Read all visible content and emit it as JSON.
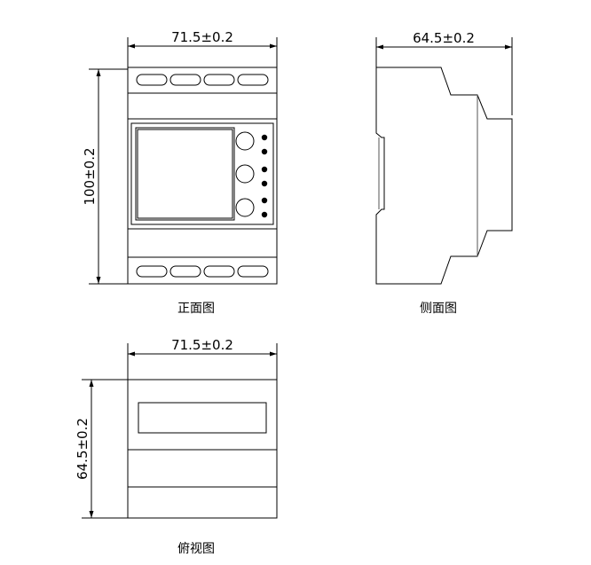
{
  "front_view": {
    "caption": "正面图",
    "width_label": "71.5±0.2",
    "height_label": "100±0.2"
  },
  "side_view": {
    "caption": "侧面图",
    "depth_label": "64.5±0.2"
  },
  "top_view": {
    "caption": "俯视图",
    "width_label": "71.5±0.2",
    "depth_label": "64.5±0.2"
  }
}
